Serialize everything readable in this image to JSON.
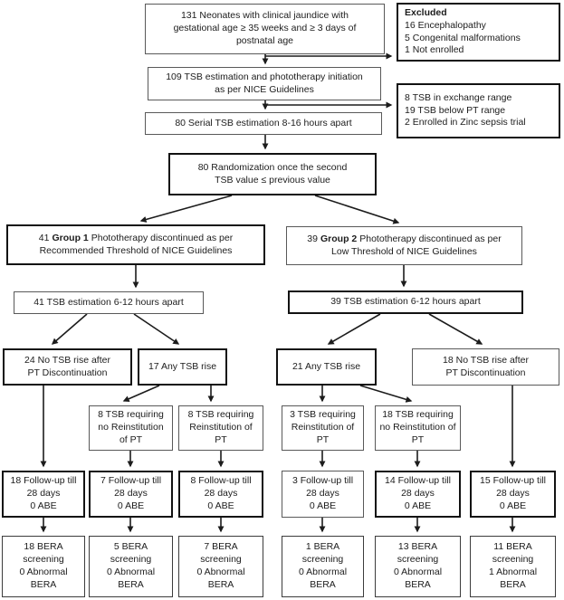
{
  "colors": {
    "background": "#ffffff",
    "border_thin": "#595959",
    "border_thick": "#121212",
    "text": "#1c1c1c",
    "arrow": "#1c1c1c"
  },
  "flow": {
    "enrollment": "131 Neonates with clinical jaundice with\ngestational age ≥ 35 weeks and ≥ 3 days of\npostnatal age",
    "excluded_top": {
      "title": "Excluded",
      "body": "16 Encephalopathy\n5 Congenital malformations\n1 Not enrolled"
    },
    "pt_initiation": "109 TSB estimation and phototherapy initiation\nas per NICE Guidelines",
    "excluded_mid": "8 TSB in exchange range\n19 TSB below PT range\n2 Enrolled in Zinc sepsis trial",
    "serial_tsb": "80 Serial TSB estimation 8-16 hours apart",
    "randomization": "80 Randomization once the second\nTSB value ≤ previous value",
    "group1": {
      "num": "41",
      "name": "Group 1",
      "line1": "Phototherapy discontinued as per",
      "line2": "Recommended Threshold of NICE Guidelines"
    },
    "group2": {
      "num": "39",
      "name": "Group 2",
      "line1": "Phototherapy discontinued as per",
      "line2": "Low Threshold of NICE Guidelines"
    },
    "tsb_group1": "41 TSB estimation 6-12 hours apart",
    "tsb_group2": "39 TSB estimation 6-12 hours apart",
    "no_rise_g1": "24 No TSB rise after\nPT Discontinuation",
    "any_rise_g1": "17 Any TSB rise",
    "any_rise_g2": "21 Any TSB rise",
    "no_rise_g2": "18 No TSB rise after\nPT Discontinuation",
    "reinstitution": [
      "8 TSB requiring\nno Reinstitution\nof PT",
      "8 TSB requiring\nReinstitution of\nPT",
      "3 TSB requiring\nReinstitution of\nPT",
      "18 TSB requiring\nno Reinstitution of\nPT"
    ],
    "followup": [
      "18 Follow-up till\n28 days\n0 ABE",
      "7 Follow-up till\n28 days\n0 ABE",
      "8 Follow-up till\n28 days\n0 ABE",
      "3 Follow-up till\n28 days\n0 ABE",
      "14 Follow-up till\n28 days\n0 ABE",
      "15 Follow-up till\n28 days\n0 ABE"
    ],
    "bera": [
      "18 BERA\nscreening\n0 Abnormal\nBERA",
      "5 BERA\nscreening\n0 Abnormal\nBERA",
      "7 BERA\nscreening\n0 Abnormal\nBERA",
      "1 BERA\nscreening\n0 Abnormal\nBERA",
      "13 BERA\nscreening\n0 Abnormal\nBERA",
      "11 BERA\nscreening\n1 Abnormal\nBERA"
    ]
  }
}
